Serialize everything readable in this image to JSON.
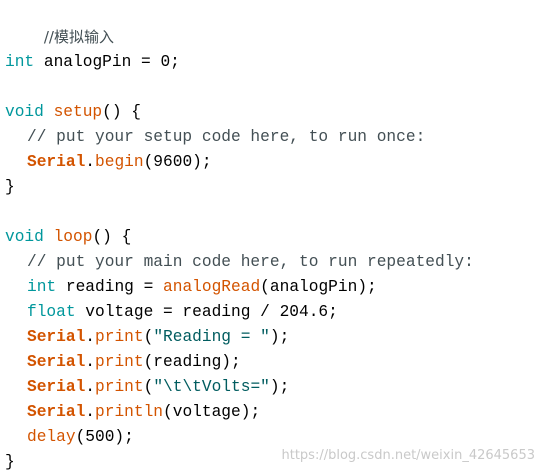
{
  "code": {
    "comment_header": "//模拟输入",
    "l_int_kw": "int",
    "l_int_rest": " analogPin = 0;",
    "setup_kw": "void",
    "setup_fn": "setup",
    "setup_rest": "() {",
    "setup_comment": "// put your setup code here, to run once:",
    "serial": "Serial",
    "dot": ".",
    "begin_fn": "begin",
    "begin_args": "(9600);",
    "close_brace": "}",
    "loop_kw": "void",
    "loop_fn": "loop",
    "loop_rest": "() {",
    "loop_comment": "// put your main code here, to run repeatedly:",
    "reading_kw": "int",
    "reading_mid": " reading = ",
    "analogread_fn": "analogRead",
    "reading_args": "(analogPin);",
    "float_kw": "float",
    "float_rest": " voltage = reading / 204.6;",
    "print_fn": "print",
    "println_fn": "println",
    "print1_open": "(",
    "print1_str": "\"Reading = \"",
    "print1_close": ");",
    "print2_args": "(reading);",
    "print3_open": "(",
    "print3_str": "\"\\t\\tVolts=\"",
    "print3_close": ");",
    "println_args": "(voltage);",
    "delay_fn": "delay",
    "delay_args": "(500);"
  },
  "watermark": "https://blog.csdn.net/weixin_42645653",
  "colors": {
    "keyword": "#00979c",
    "function": "#d35400",
    "string": "#005c5f",
    "comment": "#434f54"
  }
}
